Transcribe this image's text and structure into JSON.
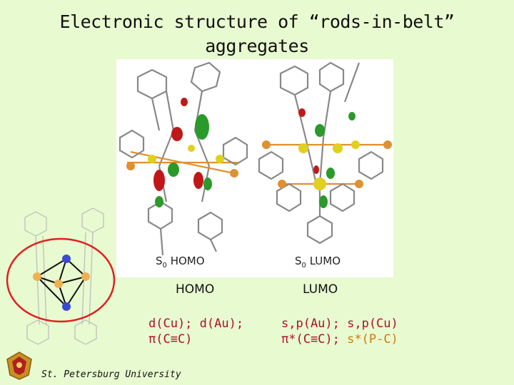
{
  "title": {
    "line1": "Electronic structure of “rods-in-belt”",
    "line2": "aggregates"
  },
  "figure": {
    "left_state_prefix": "S",
    "left_state_sub": "0",
    "left_state_orbital": "HOMO",
    "right_state_prefix": "S",
    "right_state_sub": "0",
    "right_state_orbital": "LUMO"
  },
  "labels": {
    "homo": "HOMO",
    "lumo": "LUMO"
  },
  "homo_desc": {
    "line1": "d(Cu); d(Au);",
    "line2": "π(C≡C)"
  },
  "lumo_desc": {
    "line1": "s,p(Au); s,p(Cu)",
    "line2_a": "π*(C≡C);",
    "line2_b": "s*(P-C)"
  },
  "footer": {
    "university": "St. Petersburg University"
  },
  "colors": {
    "background": "#e8fad0",
    "accent_red": "#b0102a",
    "accent_orange": "#d07a10",
    "ellipse": "#e02020"
  }
}
